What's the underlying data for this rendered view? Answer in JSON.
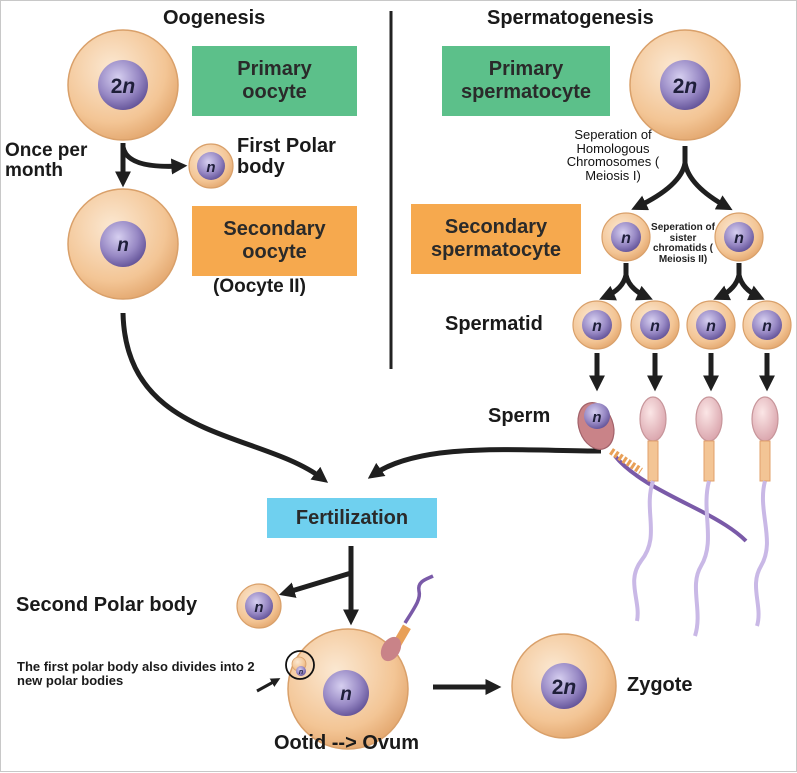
{
  "headers": {
    "oogenesis": "Oogenesis",
    "spermatogenesis": "Spermatogenesis"
  },
  "boxes": {
    "primary_oocyte": "Primary oocyte",
    "secondary_oocyte": "Secondary oocyte",
    "primary_spermatocyte": "Primary spermatocyte",
    "secondary_spermatocyte": "Secondary spermatocyte",
    "fertilization": "Fertilization"
  },
  "labels": {
    "first_polar_body": "First Polar body",
    "once_per_month": "Once per month",
    "oocyte_ii": "(Oocyte II)",
    "meiosis_i_note": "Seperation of Homologous Chromosomes ( Meiosis I)",
    "meiosis_ii_note": "Seperation of sister chromatids ( Meiosis II)",
    "spermatid": "Spermatid",
    "sperm": "Sperm",
    "second_polar_body": "Second Polar body",
    "polar_divide_note": "The first polar body also divides into 2 new polar bodies",
    "ootid_ovum": "Ootid --> Ovum",
    "zygote": "Zygote"
  },
  "ploidy": {
    "diploid_prefix": "2",
    "haploid": "n"
  },
  "colors": {
    "cell_body": "#f3cba0",
    "cell_edge": "#d9a06a",
    "nucleus": "#8e7cb6",
    "green_box": "#5cc08a",
    "orange_box": "#f6a94e",
    "blue_box": "#6fd0ef",
    "divider": "#222222",
    "arrow": "#1f1f1f"
  }
}
